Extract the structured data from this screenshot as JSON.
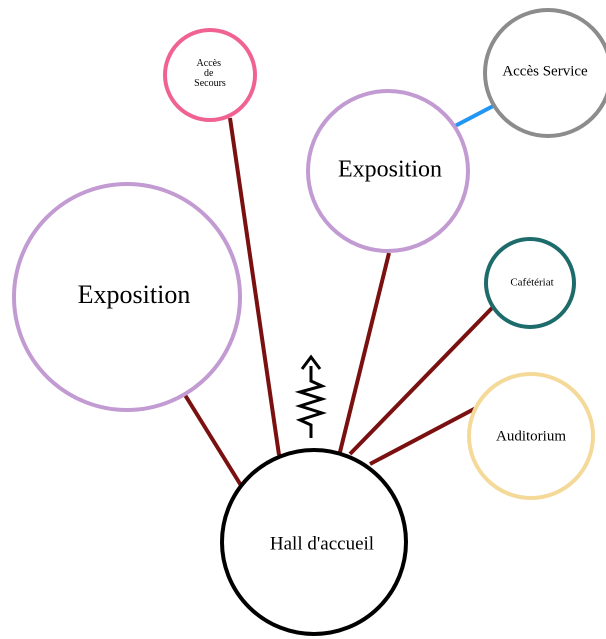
{
  "diagram": {
    "nodes": {
      "hall": {
        "label": "Hall d'accueil",
        "color": "#000000"
      },
      "exposition_left": {
        "label": "Exposition",
        "color": "#c39bd3"
      },
      "exposition_top": {
        "label": "Exposition",
        "color": "#c39bd3"
      },
      "acces_secours": {
        "label_lines": [
          "Accès",
          "de",
          "Secours"
        ],
        "color": "#f06292"
      },
      "acces_service": {
        "label": "Accès Service",
        "color": "#8c8c8c"
      },
      "cafeteria": {
        "label": "Cafétériat",
        "color": "#1e6b6b"
      },
      "auditorium": {
        "label": "Auditorium",
        "color": "#f5d999"
      }
    },
    "edges": [
      {
        "from": "hall",
        "to": "exposition_left",
        "color": "#7a1010"
      },
      {
        "from": "hall",
        "to": "acces_secours",
        "color": "#7a1010"
      },
      {
        "from": "hall",
        "to": "exposition_top",
        "color": "#7a1010"
      },
      {
        "from": "hall",
        "to": "cafeteria",
        "color": "#7a1010"
      },
      {
        "from": "hall",
        "to": "auditorium",
        "color": "#7a1010"
      },
      {
        "from": "exposition_top",
        "to": "acces_service",
        "color": "#2196f3"
      }
    ],
    "entrance_symbol": {
      "icon": "entrance-arrow-icon",
      "color": "#000000"
    }
  }
}
